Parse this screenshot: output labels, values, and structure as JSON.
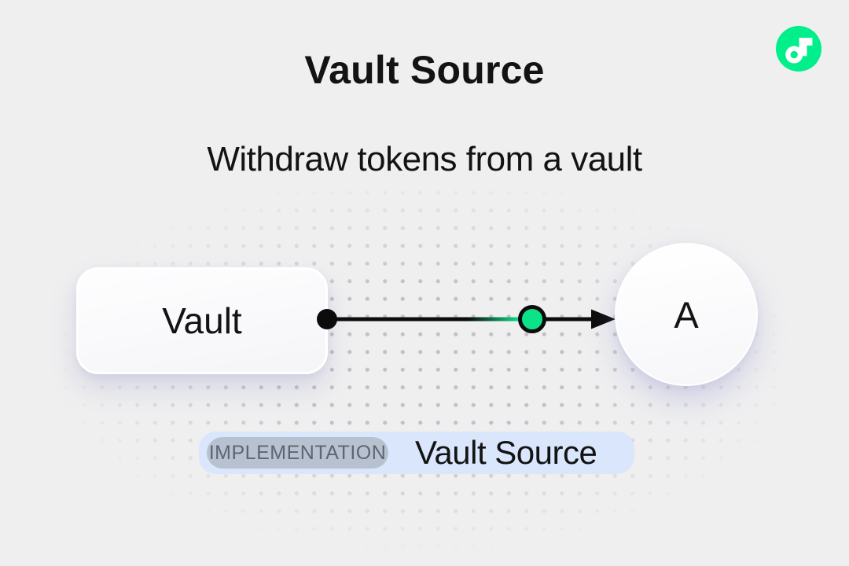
{
  "header": {
    "title": "Vault Source",
    "subtitle": "Withdraw tokens from a vault"
  },
  "logo": {
    "icon": "flow-logo-icon"
  },
  "diagram": {
    "source_label": "Vault",
    "target_label": "A",
    "connector": {
      "type": "arrow",
      "start_marker": "black-dot",
      "mid_marker": "green-circle",
      "end_marker": "arrowhead"
    }
  },
  "badge": {
    "tag": "IMPLEMENTATION",
    "name": "Vault Source"
  },
  "colors": {
    "background": "#efeff0",
    "text": "#131314",
    "dot": "#c1c1c6",
    "accent_green": "#00ef8b",
    "marker_green": "#0be389",
    "badge_bg": "#d9e6fc",
    "pill_bg": "#b7c1cf",
    "pill_text": "#5e6672"
  }
}
